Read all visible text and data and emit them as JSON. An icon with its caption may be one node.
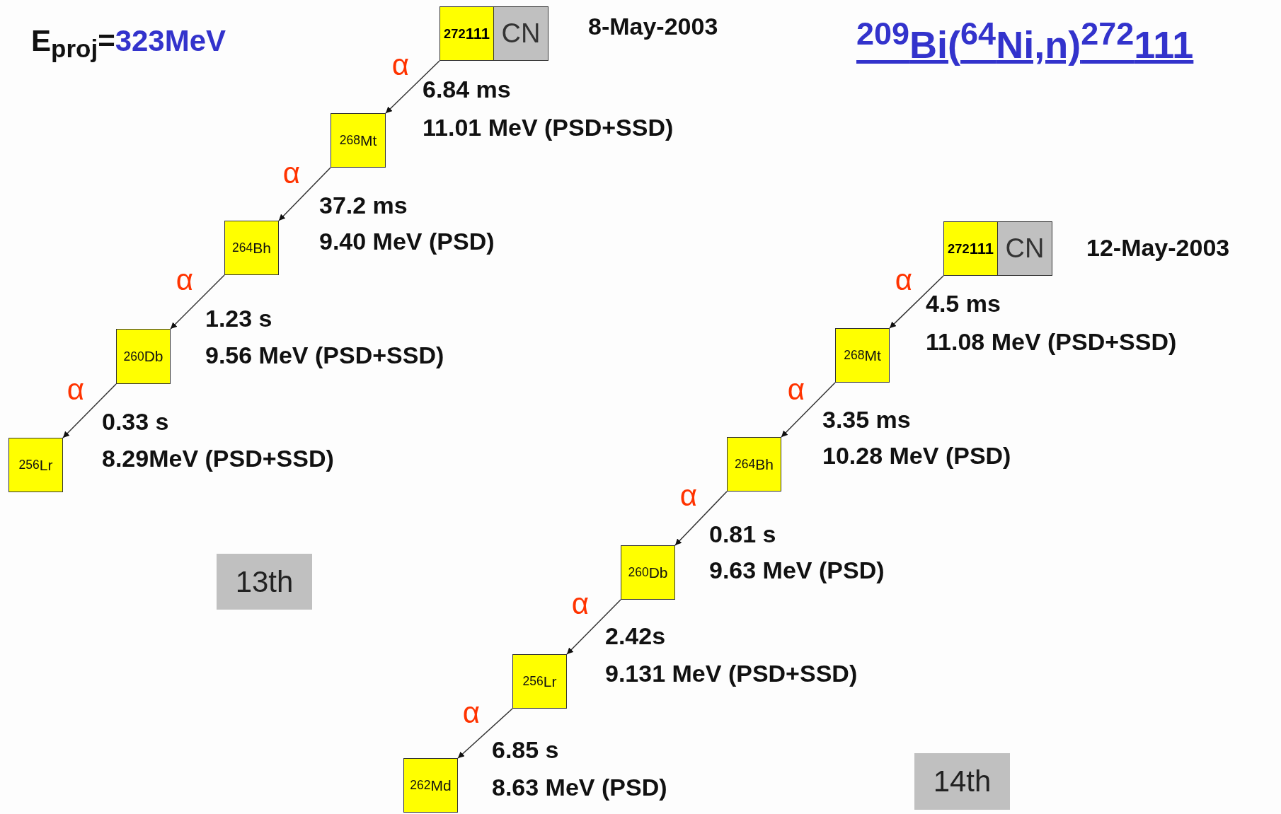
{
  "diagram": {
    "title": "$^{209}$Bi($^{64}$Ni,n)$^{272}$111",
    "nodes": [
      {
        "text": [
          "$^{272}$111",
          "CN"
        ],
        "beside": [
          "8-May-2003"
        ]
      },
      {
        "text": [
          "$^{268}$Mt"
        ]
      },
      {
        "text": [
          "$^{264}$Bh"
        ]
      },
      {
        "text": [
          "$^{260}$Db"
        ]
      },
      {
        "text": [
          "$^{256}$Lr"
        ]
      },
      {
        "text": [
          "$^{272}$111",
          "CN"
        ],
        "beside": [
          "12-May-2003"
        ]
      },
      {
        "text": [
          "$^{268}$Mt"
        ]
      },
      {
        "text": [
          "$^{264}$Bh"
        ]
      },
      {
        "text": [
          "$^{260}$Db"
        ]
      },
      {
        "text": [
          "$^{256}$Lr"
        ]
      },
      {
        "text": [
          "$^{262}$Md"
        ]
      },
      {
        "text": [
          "13th"
        ]
      },
      {
        "text": [
          "14th"
        ]
      }
    ],
    "edges": [
      {
        "from": 0,
        "to": 1,
        "arrow": "to",
        "label": "α"
      },
      {
        "from": 1,
        "to": 2,
        "arrow": "to",
        "label": "α"
      },
      {
        "from": 2,
        "to": 3,
        "arrow": "to",
        "label": "α"
      },
      {
        "from": 3,
        "to": 4,
        "arrow": "to",
        "label": "α"
      },
      {
        "from": 5,
        "to": 6,
        "arrow": "to",
        "label": "α"
      },
      {
        "from": 6,
        "to": 7,
        "arrow": "to",
        "label": "α"
      },
      {
        "from": 7,
        "to": 8,
        "arrow": "to",
        "label": "α"
      },
      {
        "from": 8,
        "to": 9,
        "arrow": "to",
        "label": "α"
      },
      {
        "from": 9,
        "to": 10,
        "arrow": "to",
        "label": "α"
      }
    ],
    "labels": [
      "E$_{proj}$=",
      "323MeV",
      "6.84 ms",
      "11.01 MeV (PSD+SSD)",
      "37.2 ms",
      "9.40 MeV (PSD)",
      "1.23 s",
      "9.56 MeV (PSD+SSD)",
      "0.33 s",
      "8.29MeV (PSD+SSD)",
      "4.5 ms",
      "11.08 MeV (PSD+SSD)",
      "3.35 ms",
      "10.28 MeV (PSD)",
      "0.81 s",
      "9.63 MeV (PSD)",
      "2.42s",
      "9.131 MeV (PSD+SSD)",
      "6.85 s",
      "8.63 MeV (PSD)"
    ]
  }
}
